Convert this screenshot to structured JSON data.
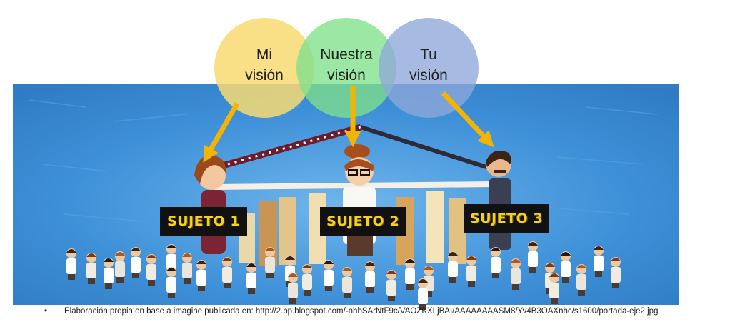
{
  "circles": [
    {
      "line1": "Mi",
      "line2": "visión",
      "color": "#f8da72"
    },
    {
      "line1": "Nuestra",
      "line2": "visión",
      "color": "#7fe08a"
    },
    {
      "line1": "Tu",
      "line2": "visión",
      "color": "#8ea8da"
    }
  ],
  "subjects": [
    {
      "label": "SUJETO 1"
    },
    {
      "label": "SUJETO 2"
    },
    {
      "label": "SUJETO 3"
    }
  ],
  "caption": {
    "bullet": "•",
    "text": "Elaboración propia en base a imagine publicada en: http://2.bp.blogspot.com/-nhbSArNtF9c/VAOZKXLjBAI/AAAAAAAASM8/Yv4B3OAXnhc/s1600/portada-eje2.jpg"
  },
  "colors": {
    "sky": "#3d8fd6",
    "arrow": "#f4b400",
    "label_bg": "#111111",
    "label_text": "#f5d21a"
  }
}
